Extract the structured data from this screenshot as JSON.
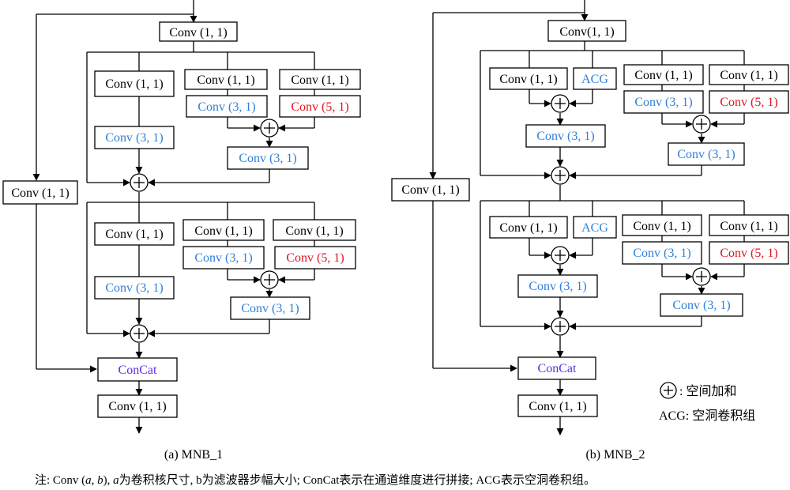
{
  "colors": {
    "black": "#000000",
    "blue": "#2f7fd8",
    "red": "#e0141e",
    "purple": "#5a2ee6"
  },
  "labels": {
    "conv11": "Conv (1, 1)",
    "conv11_tight": "Conv(1, 1)",
    "conv31": "Conv (3, 1)",
    "conv51": "Conv (5, 1)",
    "acg": "ACG",
    "concat": "ConCat"
  },
  "captions": {
    "a": "(a) MNB_1",
    "b": "(b) MNB_2"
  },
  "legend": {
    "sum_text": ": 空间加和",
    "acg_text": "ACG: 空洞卷积组"
  },
  "footnote": {
    "text": "注: Conv (",
    "a": "a",
    "comma1": ", ",
    "b": "b",
    "rest1": "), ",
    "a2": "a",
    "rest2": "为卷积核尺寸, b为滤波器步幅大小; ConCat表示在通道维度进行拼接; ACG表示空洞卷积组。"
  }
}
